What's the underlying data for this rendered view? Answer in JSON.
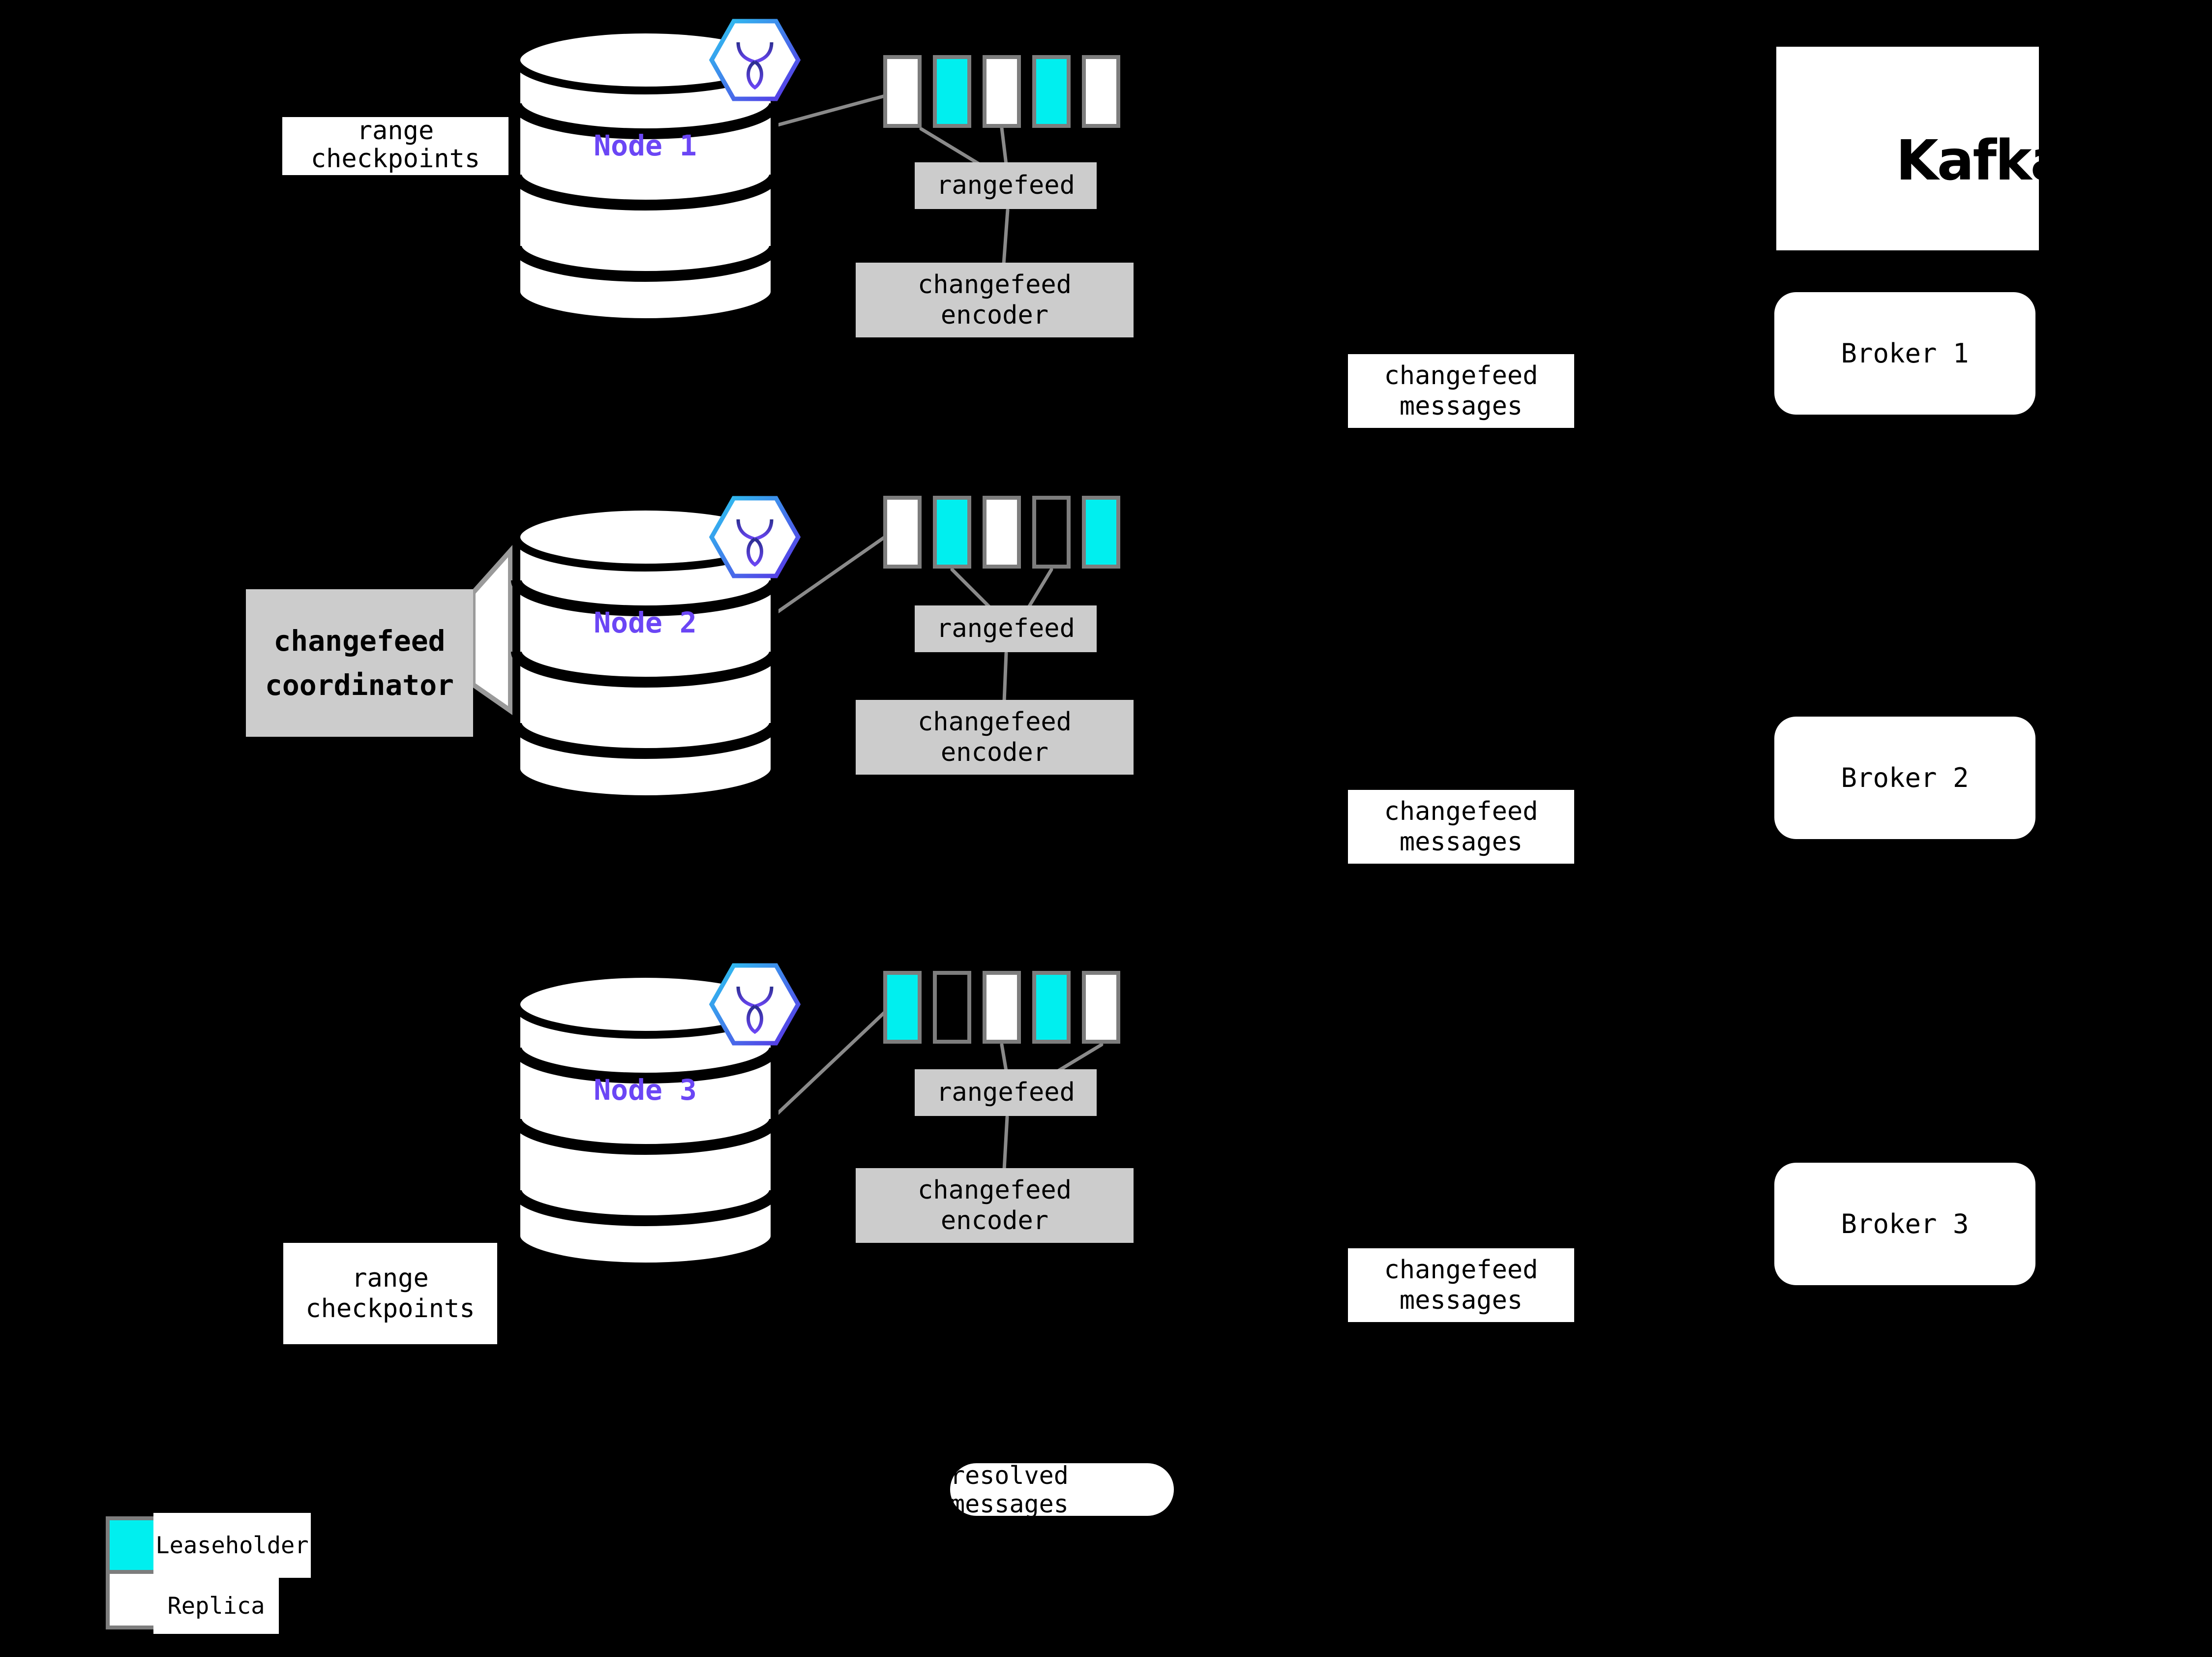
{
  "nodes": [
    {
      "label": "Node 1",
      "rangefeed_label": "rangefeed",
      "encoder_line1": "changefeed",
      "encoder_line2": "encoder",
      "messages_line1": "changefeed",
      "messages_line2": "messages",
      "blocks": [
        {
          "type": "replica"
        },
        {
          "type": "leaseholder"
        },
        {
          "type": "replica"
        },
        {
          "type": "leaseholder"
        },
        {
          "type": "replica"
        }
      ]
    },
    {
      "label": "Node 2",
      "rangefeed_label": "rangefeed",
      "encoder_line1": "changefeed",
      "encoder_line2": "encoder",
      "messages_line1": "changefeed",
      "messages_line2": "messages",
      "blocks": [
        {
          "type": "replica"
        },
        {
          "type": "leaseholder"
        },
        {
          "type": "replica"
        },
        {
          "type": "empty"
        },
        {
          "type": "leaseholder"
        }
      ]
    },
    {
      "label": "Node 3",
      "rangefeed_label": "rangefeed",
      "encoder_line1": "changefeed",
      "encoder_line2": "encoder",
      "messages_line1": "changefeed",
      "messages_line2": "messages",
      "blocks": [
        {
          "type": "leaseholder"
        },
        {
          "type": "empty"
        },
        {
          "type": "replica"
        },
        {
          "type": "leaseholder"
        },
        {
          "type": "replica"
        }
      ]
    }
  ],
  "annotations": {
    "range_checkpoints_line1": "range",
    "range_checkpoints_line2": "checkpoints",
    "coordinator_line1": "changefeed",
    "coordinator_line2": "coordinator",
    "resolved_messages": "resolved messages"
  },
  "kafka": {
    "brand": "Kafka",
    "brokers": [
      "Broker 1",
      "Broker 2",
      "Broker 3"
    ]
  },
  "legend": {
    "items": [
      {
        "label": "Leaseholder",
        "type": "leaseholder"
      },
      {
        "label": "Replica",
        "type": "replica"
      }
    ]
  },
  "colors": {
    "leaseholder": "#00efef",
    "replica": "#ffffff",
    "node_label": "#6b46f5",
    "connector_gray": "#8a8a8a",
    "box_gray": "#cccccc",
    "hex_gradient_start": "#2bc9f0",
    "hex_gradient_end": "#5a2ee5"
  }
}
